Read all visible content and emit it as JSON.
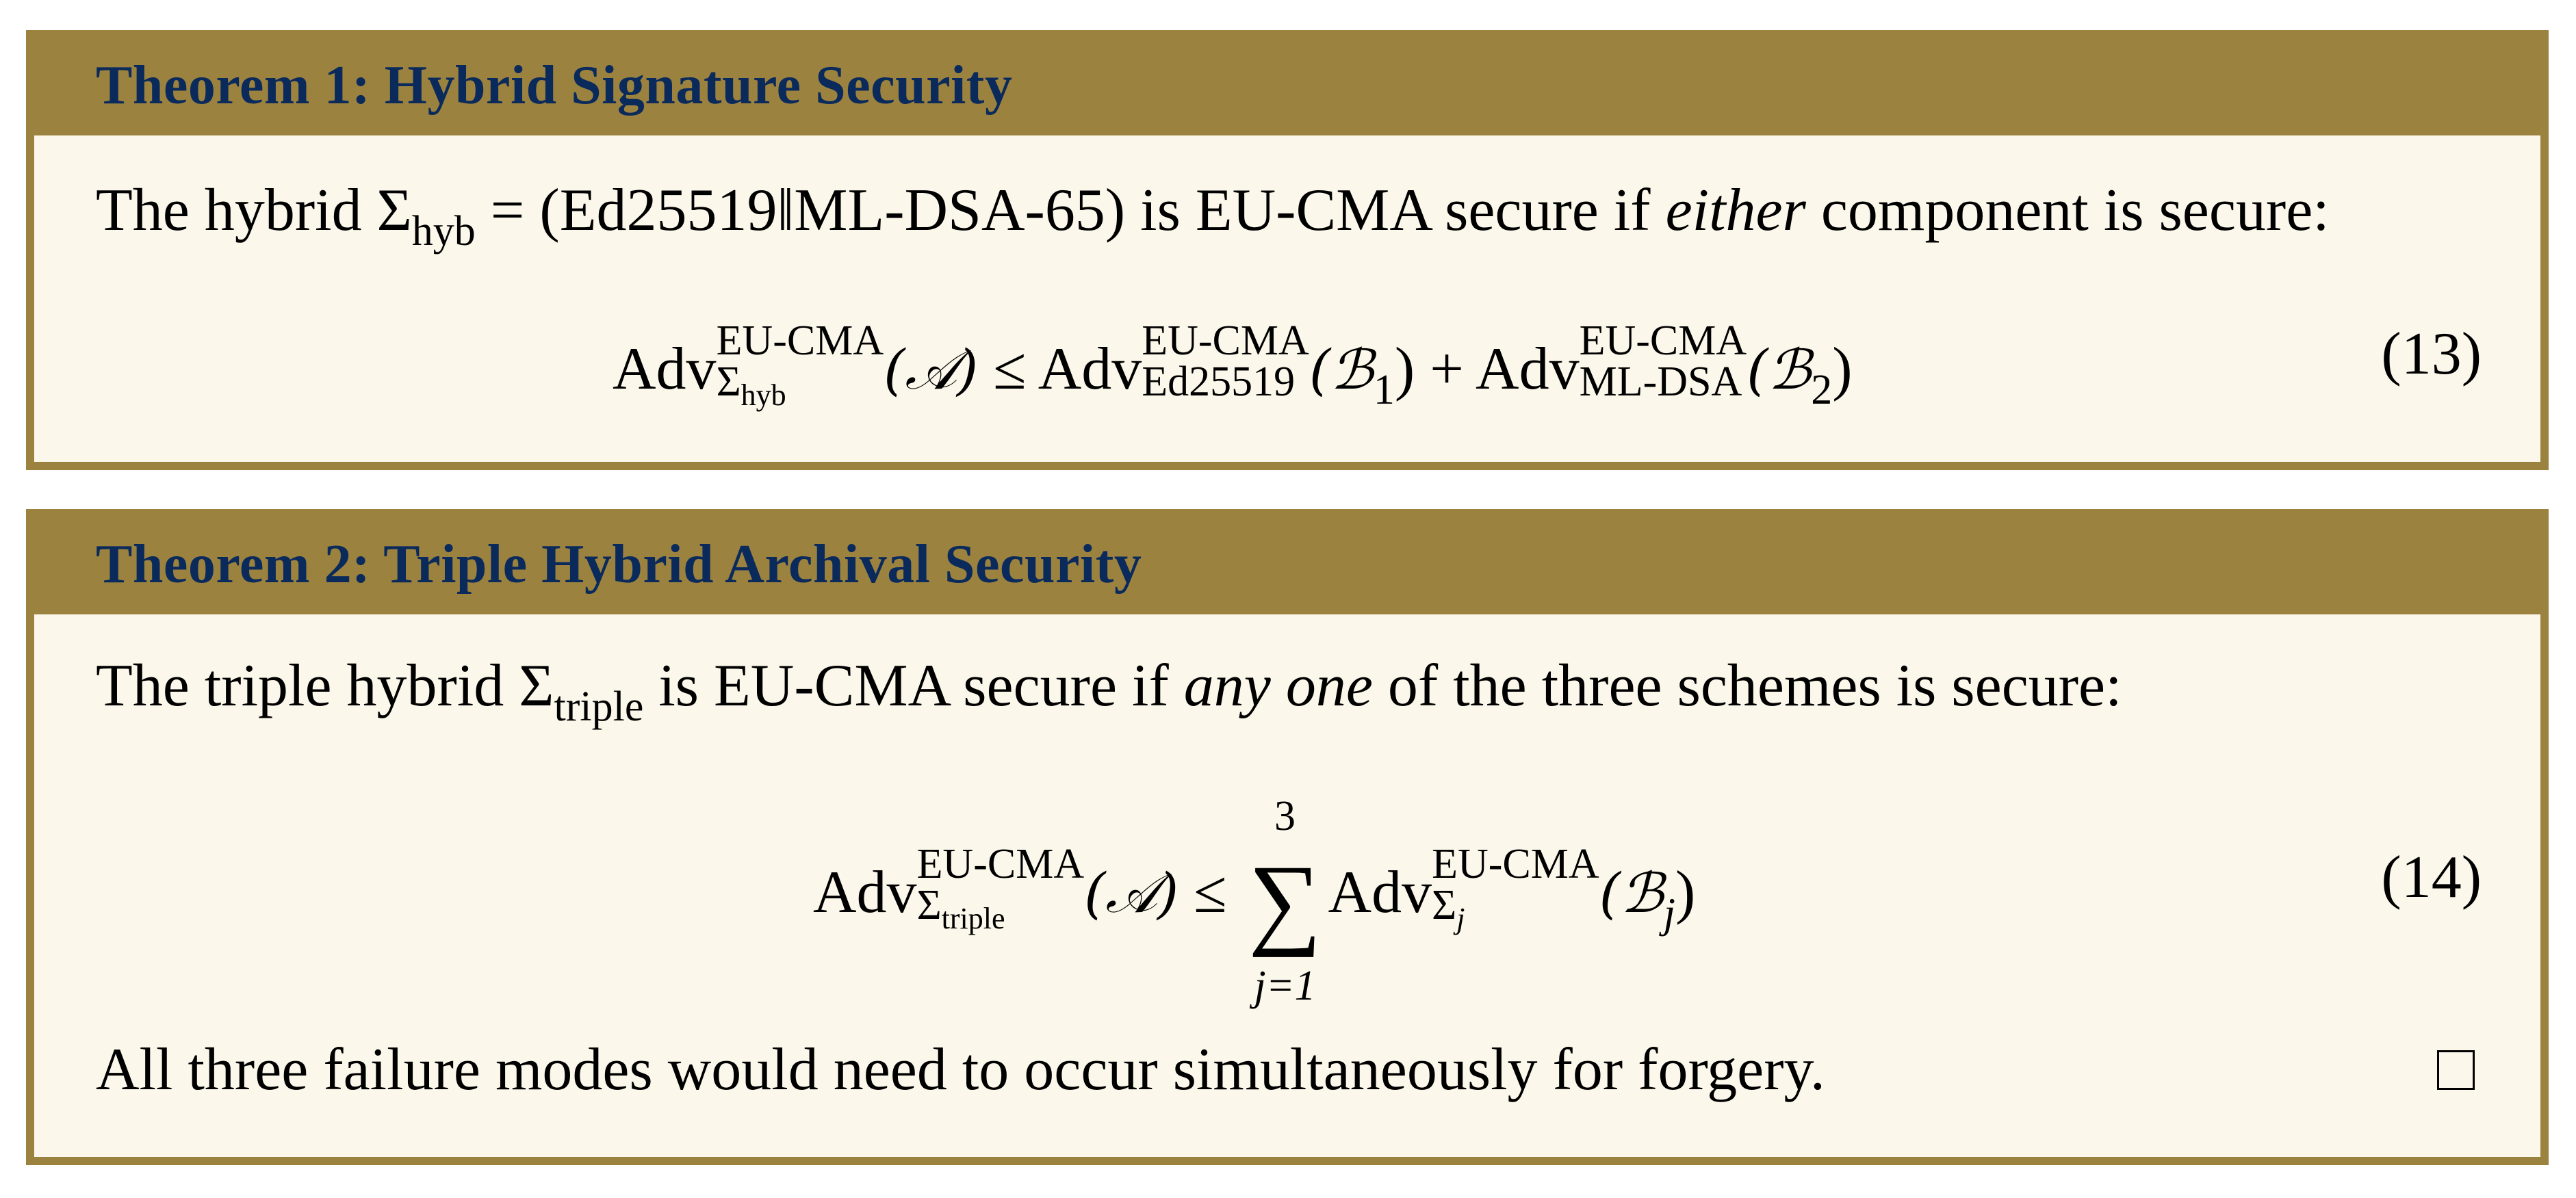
{
  "colors": {
    "frame": "#9C823F",
    "title_text": "#0A2A5C",
    "body_bg": "#FBF7EA",
    "text": "#000000"
  },
  "theorems": [
    {
      "title": "Theorem 1: Hybrid Signature Security",
      "statement": {
        "prefix": "The hybrid ",
        "sigma": "Σ",
        "sigma_sub": "hyb",
        "eq": " = (Ed25519‖ML-DSA-65) is EU-CMA secure if ",
        "emph": "either",
        "suffix": " component is secure:"
      },
      "equation": {
        "lhs_adv": "Adv",
        "lhs_sup": "EU-CMA",
        "lhs_sub_sigma": "Σ",
        "lhs_sub_sub": "hyb",
        "lhs_arg": "(𝒜)",
        "rel": " ≤ ",
        "t1_adv": "Adv",
        "t1_sup": "EU-CMA",
        "t1_sub": "Ed25519",
        "t1_arg": "(ℬ",
        "t1_arg_sub": "1",
        "t1_close": ")",
        "plus": " + ",
        "t2_adv": "Adv",
        "t2_sup": "EU-CMA",
        "t2_sub": "ML-DSA",
        "t2_arg": "(ℬ",
        "t2_arg_sub": "2",
        "t2_close": ")",
        "number": "(13)"
      }
    },
    {
      "title": "Theorem 2: Triple Hybrid Archival Security",
      "statement": {
        "prefix": "The triple hybrid ",
        "sigma": "Σ",
        "sigma_sub": "triple",
        "eq": " is EU-CMA secure if ",
        "emph": "any one",
        "suffix": " of the three schemes is secure:"
      },
      "equation": {
        "lhs_adv": "Adv",
        "lhs_sup": "EU-CMA",
        "lhs_sub_sigma": "Σ",
        "lhs_sub_sub": "triple",
        "lhs_arg": "(𝒜)",
        "rel": " ≤ ",
        "sum_symbol": "∑",
        "sum_upper": "3",
        "sum_lower": "j=1",
        "t_adv": "Adv",
        "t_sup": "EU-CMA",
        "t_sub_sigma": "Σ",
        "t_sub_sub": "j",
        "t_arg": "(ℬ",
        "t_arg_sub": "j",
        "t_close": ")",
        "number": "(14)"
      },
      "conclusion": "All three failure modes would need to occur simultaneously for forgery.",
      "qed_symbol": "□"
    }
  ]
}
